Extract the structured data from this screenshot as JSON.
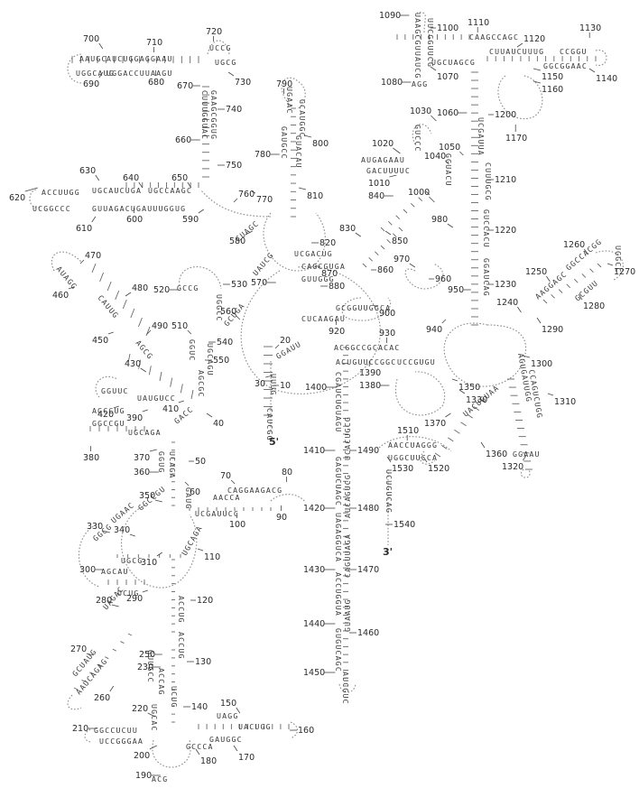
{
  "diagram": {
    "ends": {
      "five_prime": "5'",
      "three_prime": "3'"
    },
    "position_markers": [
      "10",
      "20",
      "30",
      "40",
      "50",
      "60",
      "70",
      "80",
      "90",
      "100",
      "110",
      "120",
      "130",
      "140",
      "150",
      "160",
      "170",
      "180",
      "190",
      "200",
      "210",
      "220",
      "230",
      "250",
      "260",
      "270",
      "280",
      "290",
      "300",
      "310",
      "330",
      "340",
      "350",
      "360",
      "370",
      "380",
      "390",
      "410",
      "420",
      "430",
      "450",
      "460",
      "470",
      "480",
      "490",
      "510",
      "520",
      "530",
      "540",
      "550",
      "560",
      "570",
      "580",
      "590",
      "600",
      "610",
      "620",
      "630",
      "640",
      "650",
      "660",
      "670",
      "680",
      "690",
      "700",
      "710",
      "720",
      "730",
      "740",
      "750",
      "760",
      "770",
      "780",
      "790",
      "800",
      "810",
      "820",
      "830",
      "840",
      "850",
      "860",
      "870",
      "880",
      "900",
      "920",
      "930",
      "940",
      "950",
      "960",
      "970",
      "980",
      "1000",
      "1010",
      "1020",
      "1030",
      "1040",
      "1050",
      "1060",
      "1070",
      "1080",
      "1090",
      "1100",
      "1110",
      "1120",
      "1130",
      "1140",
      "1150",
      "1160",
      "1170",
      "1200",
      "1210",
      "1220",
      "1230",
      "1240",
      "1250",
      "1260",
      "1270",
      "1280",
      "1290",
      "1300",
      "1310",
      "1320",
      "1330",
      "1350",
      "1360",
      "1370",
      "1380",
      "1390",
      "1400",
      "1410",
      "1420",
      "1430",
      "1440",
      "1450",
      "1460",
      "1470",
      "1480",
      "1490",
      "1510",
      "1520",
      "1530",
      "1540"
    ],
    "sequence_fragments": {
      "s620_610": "UCGGCCC",
      "s630": "ACCUUGG",
      "s640": "UGCAUCUGA",
      "s650": "UGCCAAGC",
      "s600": "GUUAGACUGAUUUGGUG",
      "s690": "UGGCAUG",
      "s700": "AAUGC",
      "s710": "AUCUGGAGGAAU",
      "s680": "UGGACCUUAAGU",
      "s730": "UGCG",
      "s720": "UCCG",
      "s660": "GAAGCGGUG",
      "s750": "CUUUGGUAC",
      "s790": "UGAAC",
      "s800": "GCAUGGC",
      "s780": "GAUGCC",
      "s810": "GUACAU",
      "s820": "UCGACUG",
      "s870": "CAGCGUGA",
      "s880": "GUUGGG",
      "s900": "GCGGUUGGCA",
      "s920": "CUCAAGAU",
      "s930": "ACGGCCGCACAC",
      "s1090": "UAAGCGUUAUCG",
      "s1100": "UUCGGUUCG",
      "s1110": "CAAGCCAGC",
      "s1120": "CUUAUCUUUG",
      "s1130": "CCGGU",
      "s1140": "GGCGGAAC",
      "s1070": "UGCUAGCG",
      "s1080": "AGG",
      "s1040": "GACUUUUC",
      "s1010": "AUGAGAAU",
      "s1030": "GUCCC",
      "s1050": "GGUACU",
      "s1200": "UCGAUUA",
      "s1210": "CUUUGCG",
      "s1220": "GUCCACU",
      "s1230": "GGAUCAG",
      "s1250": "AAGGAGC",
      "s1260": "GGCCACGG",
      "s1270": "UGGCC",
      "s1280": "GCGUU",
      "s1300": "AGUGAUUGG",
      "s1310": "CCAGUCUGG",
      "s1320": "GGAAU",
      "s1330": "UACUGUAA",
      "s1380": "UCCGUGU",
      "s1390": "ACUGUUCCGGC",
      "s1400": "CGAUCUGUAGU",
      "s1410": "GAGUCUAGC",
      "s1420": "UAGAGGUCA",
      "s1430": "ACCUGGUA",
      "s1440": "GUGUCAGC",
      "s1450": "AUCGUC",
      "s1460": "GUAAUG",
      "s1470": "CAGUUAGA",
      "s1480": "AUCAGUCG",
      "s1490": "UCACUGCG",
      "s1510": "AACCUAGGG",
      "s1520": "UGGCUUCCA",
      "s1540": "UCUGUCAG",
      "s470": "AUAGG",
      "s480": "CAUUG",
      "s490": "AGCG",
      "s510": "GGUC",
      "s520": "GCCG",
      "s530": "UGGCC",
      "s540": "UGCAGU",
      "s550": "AGCGC",
      "s560": "GCUGA",
      "s570": "UAUCG",
      "s580": "CUAGC",
      "s410": "UAUGUCC",
      "s420": "GGUUC",
      "s390": "AGCCUG",
      "s380": "GGCCGU",
      "s370": "UGCAGA",
      "s360": "GGUG",
      "s350": "GGCCGU",
      "s340": "UGAAC",
      "s330": "GGCG",
      "s310": "UGCG",
      "s300": "AGCAU",
      "s290": "UCUG",
      "s280": "UAGAC",
      "s270": "GCUAUG",
      "s260": "AAUCAGAG",
      "s250": "GUUGCC",
      "s230": "ACCAG",
      "s220": "UGCAC",
      "s210": "GGCCUCUU",
      "s200": "UCCGGGAA",
      "s190": "ACG",
      "s180": "GCCCA",
      "s170": "GAUGGC",
      "s160": "UACUGG",
      "s150": "UAGG",
      "s140": "UCUG",
      "s130": "ACCUG",
      "s120": "ACCUG",
      "s110": "UGCAGA",
      "s100": "UCGAUUCC",
      "s90": "CAGGAAGACG",
      "s70": "AACCA",
      "s60": "GAUG",
      "s50": "UCAGA",
      "s40": "GACC",
      "s30": "UUUG",
      "s20": "GGAUU",
      "s10": "CAUCGG"
    }
  }
}
